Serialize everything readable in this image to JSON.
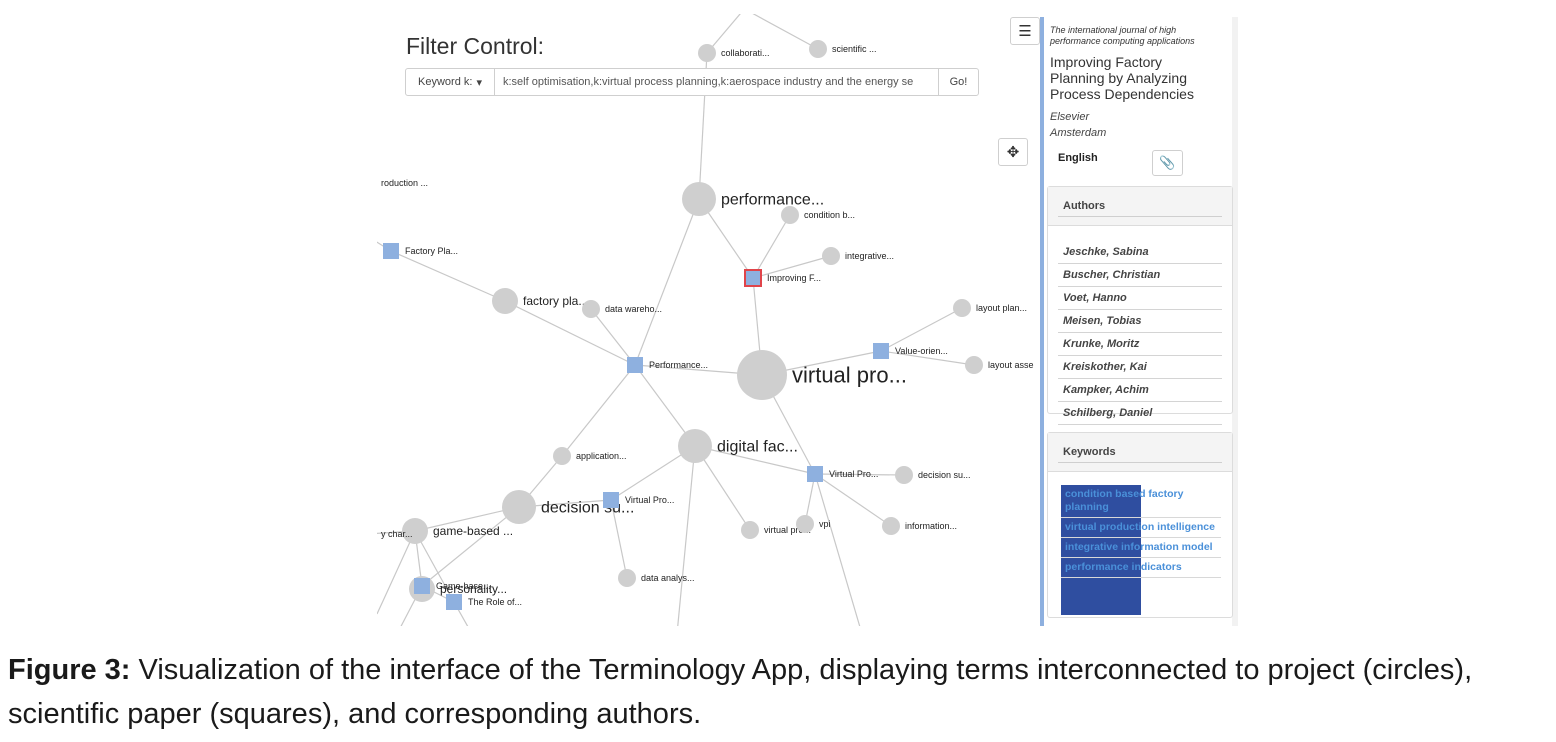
{
  "filter": {
    "title": "Filter Control:",
    "dropdown_label": "Keyword k:",
    "dropdown_caret": "▾",
    "query_value": "k:self optimisation,k:virtual process planning,k:aerospace industry and the energy se",
    "go_label": "Go!"
  },
  "toolbar": {
    "menu_icon": "☰",
    "center_icon": "✥"
  },
  "graph": {
    "projects": [
      {
        "label": "collaborati...",
        "size": "small"
      },
      {
        "label": "scientific ...",
        "size": "small"
      },
      {
        "label": "roduction ...",
        "size": "small"
      },
      {
        "label": "performance...",
        "size": "large"
      },
      {
        "label": "condition b...",
        "size": "small"
      },
      {
        "label": "integrative...",
        "size": "small"
      },
      {
        "label": "factory pla...",
        "size": "medium"
      },
      {
        "label": "data wareho...",
        "size": "small"
      },
      {
        "label": "layout plan...",
        "size": "small"
      },
      {
        "label": "layout asse",
        "size": "small"
      },
      {
        "label": "virtual pro...",
        "size": "xlarge"
      },
      {
        "label": "digital fac...",
        "size": "large"
      },
      {
        "label": "application...",
        "size": "small"
      },
      {
        "label": "decision su...",
        "size": "small"
      },
      {
        "label": "decision su...",
        "size": "large"
      },
      {
        "label": "virtual pro...",
        "size": "small"
      },
      {
        "label": "vpi",
        "size": "small"
      },
      {
        "label": "information...",
        "size": "small"
      },
      {
        "label": "data analys...",
        "size": "small"
      },
      {
        "label": "game-based ...",
        "size": "medium"
      },
      {
        "label": "y char...",
        "size": "small"
      },
      {
        "label": "personality...",
        "size": "medium"
      }
    ],
    "papers": [
      {
        "label": "Factory Pla..."
      },
      {
        "label": "Improving F...",
        "selected": true
      },
      {
        "label": "Performance..."
      },
      {
        "label": "Value-orien..."
      },
      {
        "label": "Virtual Pro..."
      },
      {
        "label": "Virtual Pro..."
      },
      {
        "label": "Game-base..."
      },
      {
        "label": "The Role of..."
      }
    ],
    "colors": {
      "project": "#cfcfcf",
      "paper": "#8eb0df",
      "selected_border": "#e0444a",
      "edge": "#c8c8c8"
    }
  },
  "details": {
    "journal": "The international journal of high performance computing applications",
    "title": "Improving Factory Planning by Analyzing Process Dependencies",
    "publisher": "Elsevier",
    "place": "Amsterdam",
    "language": "English",
    "attachment_icon": "📎",
    "authors_title": "Authors",
    "authors": [
      "Jeschke, Sabina",
      "Buscher, Christian",
      "Voet, Hanno",
      "Meisen, Tobias",
      "Krunke, Moritz",
      "Kreiskother, Kai",
      "Kampker, Achim",
      "Schilberg, Daniel"
    ],
    "keywords_title": "Keywords",
    "keywords": [
      "condition based factory planning",
      "virtual production intelligence",
      "integrative information model",
      "performance indicators"
    ]
  },
  "caption": {
    "label": "Figure 3:",
    "text": " Visualization of the interface of the Terminology App, displaying terms interconnected to project (circles), scientific paper (squares), and corresponding authors."
  }
}
